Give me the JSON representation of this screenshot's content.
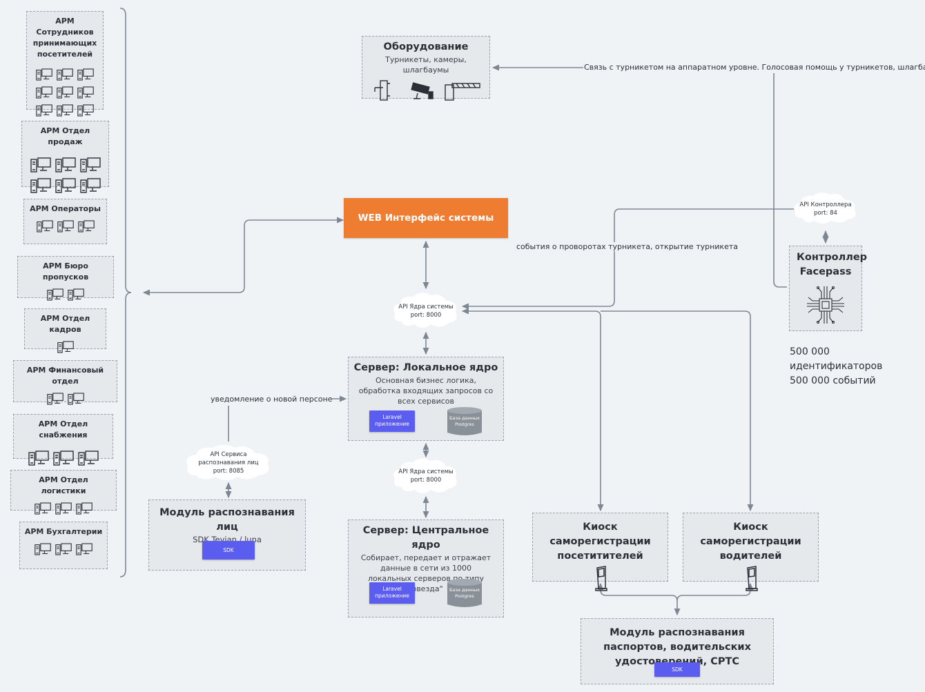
{
  "arm_groups": [
    {
      "title": "АРМ Сотрудников принимающих посетителей",
      "count": 9
    },
    {
      "title": "АРМ Отдел продаж",
      "count": 6
    },
    {
      "title": "АРМ Операторы",
      "count": 3
    },
    {
      "title": "АРМ Бюро пропусков",
      "count": 2
    },
    {
      "title": "АРМ Отдел кадров",
      "count": 1
    },
    {
      "title": "АРМ Финансовый отдел",
      "count": 2
    },
    {
      "title": "АРМ Отдел снабжения",
      "count": 3
    },
    {
      "title": "АРМ Отдел логистики",
      "count": 3
    },
    {
      "title": "АРМ Бухгалтерии",
      "count": 3
    }
  ],
  "equipment": {
    "title": "Оборудование",
    "subtitle": "Турникеты, камеры, шлагбаумы"
  },
  "equipment_link": "Связь с турникетом на аппаратном уровне. Голосовая помощь у турникетов, шлагбаумов.",
  "web_interface": "WEB Интерфейс системы",
  "turnstile_events": "события о проворотах турникета, открытие турникета",
  "api_controller": {
    "line1": "API Контроллера",
    "line2": "port: 84"
  },
  "controller": {
    "title": "Контроллер Facepass"
  },
  "stats": {
    "line1": "500 000 идентификаторов",
    "line2": "500 000 событий"
  },
  "api_core_top": {
    "line1": "API Ядра системы",
    "line2": "port: 8000"
  },
  "api_core_mid": {
    "line1": "API Ядра системы",
    "line2": "port: 8000"
  },
  "local_server": {
    "title": "Сервер: Локальное ядро",
    "desc": "Основная бизнес логика, обработка входящих запросов со всех сервисов",
    "app": "Laravel приложение",
    "db": "База данных Postgres"
  },
  "central_server": {
    "title": "Сервер: Центральное ядро",
    "desc": "Собирает, передает и отражает данные в сети из 1000 локальных серверов по типу \"звезда\"",
    "app": "Laravel приложение",
    "db": "База данных Postgres"
  },
  "new_person": "уведомление о новой персоне",
  "api_face": {
    "line1": "API Сервиса",
    "line2": "распознавания лиц",
    "line3": "port: 8085"
  },
  "face_module": {
    "title": "Модуль распознавания лиц",
    "subtitle": "SDK Tevian / luna",
    "sdk": "SDK"
  },
  "kiosk_visitors": {
    "title": "Киоск саморегистрации посетитителей"
  },
  "kiosk_drivers": {
    "title": "Киоск саморегистрации водителей"
  },
  "passport_module": {
    "title": "Модуль распознавания паспортов, водительских удостоверений, СРТС",
    "sdk": "SDK"
  },
  "colors": {
    "accent": "#ee7d31",
    "sdk": "#5b5cf0",
    "line": "#7d8793"
  }
}
